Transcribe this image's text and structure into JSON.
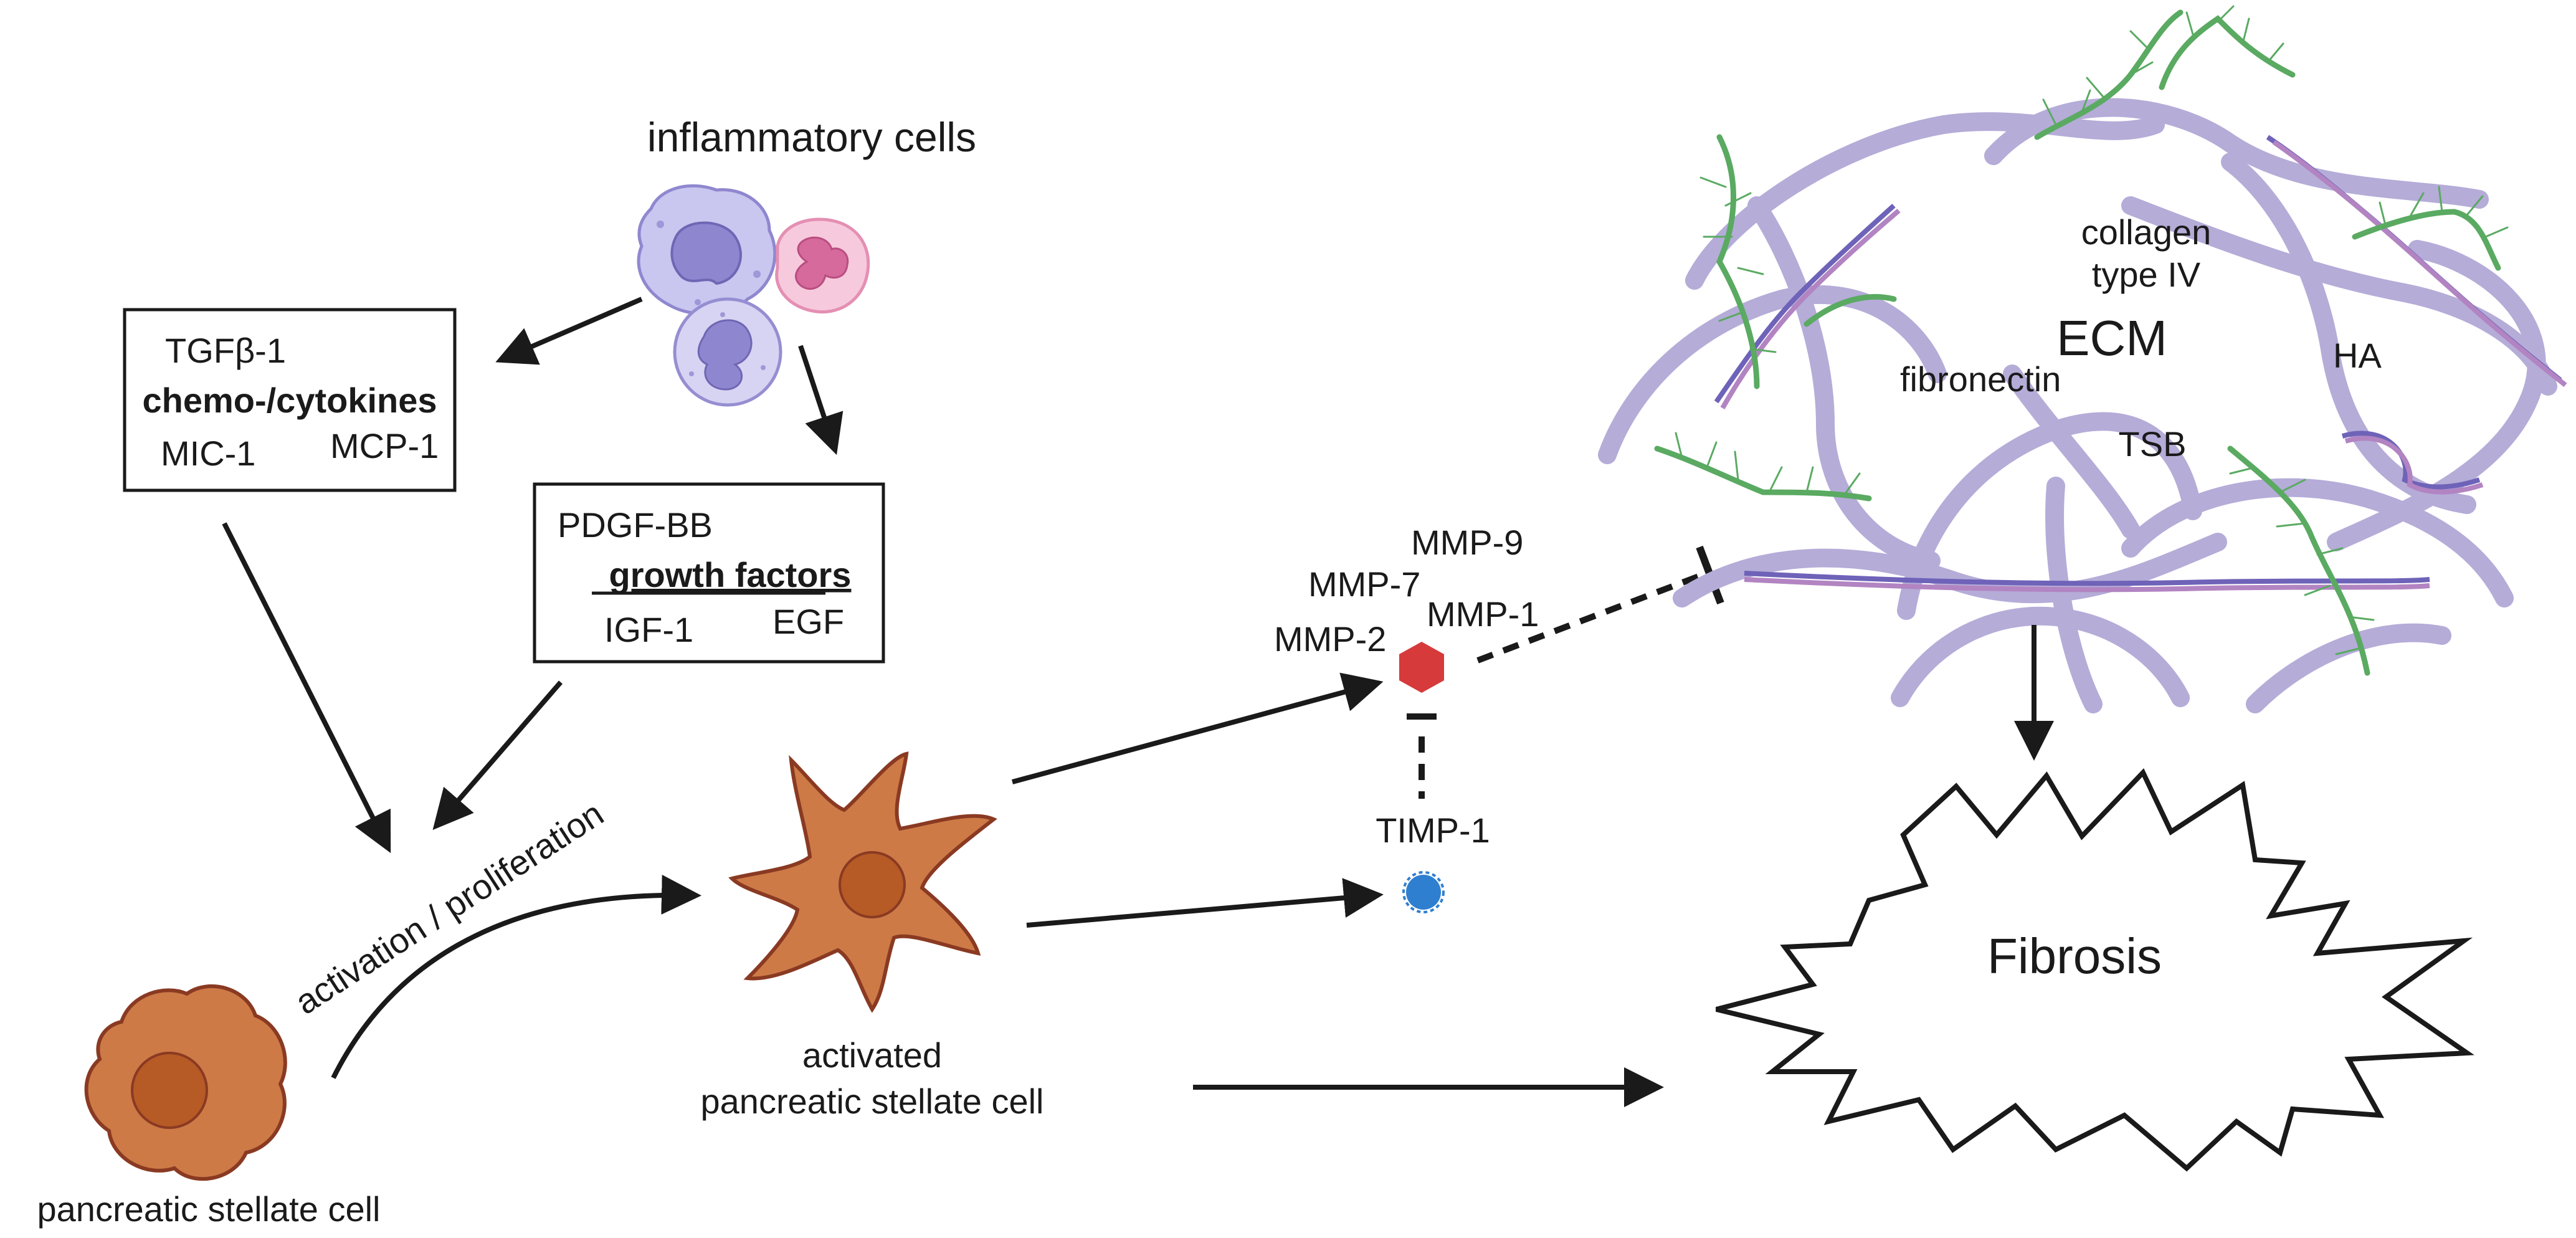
{
  "labels": {
    "inflammatory_cells": "inflammatory cells",
    "box1": {
      "line1": "TGFβ-1",
      "line2": "chemo-/cytokines",
      "line3a": "MIC-1",
      "line3b": "MCP-1"
    },
    "box2": {
      "line1": "PDGF-BB",
      "line2": "growth factors",
      "line3a": "IGF-1",
      "line3b": "EGF"
    },
    "activation": "activation / proliferation",
    "psc": "pancreatic stellate cell",
    "activated_psc_1": "activated",
    "activated_psc_2": "pancreatic stellate cell",
    "mmp9": "MMP-9",
    "mmp7": "MMP-7",
    "mmp2": "MMP-2",
    "mmp1": "MMP-1",
    "timp1": "TIMP-1",
    "ecm": {
      "collagen_1": "collagen",
      "collagen_2": "type IV",
      "title": "ECM",
      "fibronectin": "fibronectin",
      "ha": "HA",
      "tsb": "TSB"
    },
    "fibrosis": "Fibrosis"
  },
  "colors": {
    "stellate_fill": "#cd7a47",
    "stellate_stroke": "#8a3a22",
    "stellate_nucleus": "#b65a26",
    "mmp_hexagon": "#d63a3a",
    "timp_dot": "#2f7fd0",
    "collagen_fiber": "#b5acd8",
    "fibronectin": "#5aaa62"
  }
}
